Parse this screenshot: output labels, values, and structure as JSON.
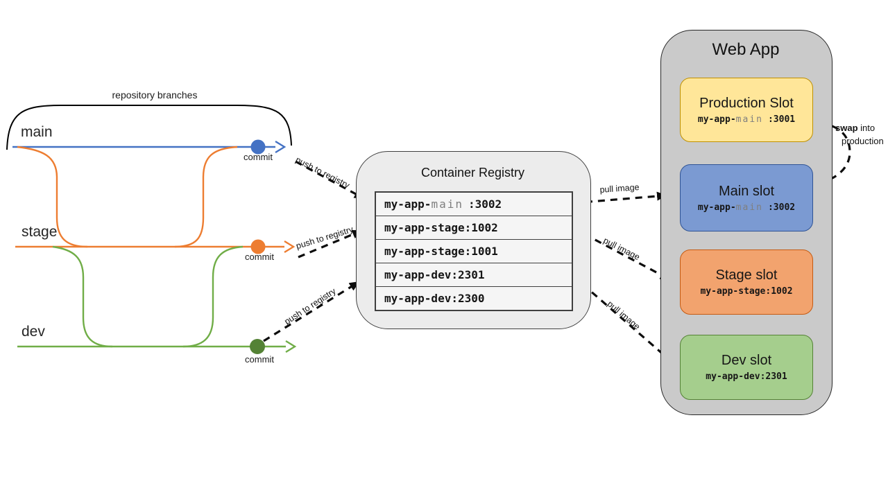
{
  "colors": {
    "main_branch": "#4472C4",
    "stage_branch": "#ED7D31",
    "dev_branch": "#70AD47",
    "dev_commit_dot": "#548235",
    "registry_fill": "#ECECEC",
    "row_fill": "#F5F5F5",
    "webapp_fill": "#CACACA",
    "production_slot_fill": "#FFE699",
    "production_slot_border": "#BF9000",
    "main_slot_fill": "#7B9AD2",
    "main_slot_border": "#2E5395",
    "stage_slot_fill": "#F2A36E",
    "stage_slot_border": "#C55A11",
    "dev_slot_fill": "#A5CE8D",
    "dev_slot_border": "#548235",
    "muted_text": "#7F7F7F"
  },
  "repo": {
    "brace_label": "repository branches",
    "push_label": "push to registry",
    "branches": [
      {
        "name": "main",
        "commit_label": "commit"
      },
      {
        "name": "stage",
        "commit_label": "commit"
      },
      {
        "name": "dev",
        "commit_label": "commit"
      }
    ]
  },
  "registry": {
    "title": "Container Registry",
    "rows": [
      {
        "prefix": "my-app-",
        "branch": "main",
        "tag": ":3002"
      },
      {
        "full": "my-app-stage:1002"
      },
      {
        "full": "my-app-stage:1001"
      },
      {
        "full": "my-app-dev:2301"
      },
      {
        "full": "my-app-dev:2300"
      }
    ]
  },
  "pull_label": "pull image",
  "webapp": {
    "title": "Web App",
    "slots": [
      {
        "name": "Production Slot",
        "prefix": "my-app-",
        "branch": "main",
        "tag": ":3001"
      },
      {
        "name": "Main slot",
        "prefix": "my-app-",
        "branch": "main",
        "tag": ":3002"
      },
      {
        "name": "Stage slot",
        "image": "my-app-stage:1002"
      },
      {
        "name": "Dev slot",
        "image": "my-app-dev:2301"
      }
    ],
    "swap": {
      "bold": "swap",
      "rest": " into",
      "line2": "production"
    }
  }
}
